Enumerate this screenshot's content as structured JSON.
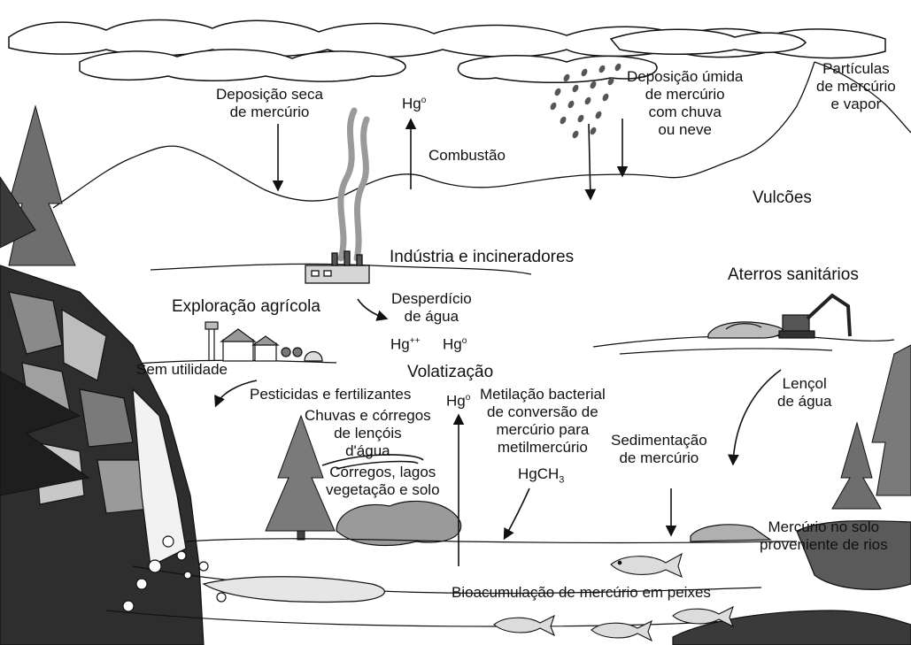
{
  "labels": {
    "dry_deposition_1": "Deposição seca",
    "dry_deposition_2": "de mercúrio",
    "hg0_top": "Hg",
    "hg0_top_sup": "o",
    "wet_deposition_1": "Deposição úmida",
    "wet_deposition_2": "de mercúrio",
    "wet_deposition_3": "com chuva",
    "wet_deposition_4": "ou neve",
    "particles_1": "Partículas",
    "particles_2": "de mercúrio",
    "particles_3": "e vapor",
    "combustion": "Combustão",
    "volcanoes": "Vulcões",
    "industry": "Indústria e incineradores",
    "landfills": "Aterros sanitários",
    "agriculture": "Exploração agrícola",
    "wastewater_1": "Desperdício",
    "wastewater_2": "de água",
    "hg_pp": "Hg",
    "hg_pp_sup": "++",
    "hg_o_mid": "Hg",
    "hg_o_mid_sup": "o",
    "useless": "Sem utilidade",
    "volatilization": "Volatização",
    "pesticides": "Pesticidas e fertilizantes",
    "hg_o_vol": "Hg",
    "hg_o_vol_sup": "o",
    "rains_1": "Chuvas e córregos",
    "rains_2": "de lençóis",
    "rains_3": "d'água",
    "streams_1": "Córregos, lagos",
    "streams_2": "vegetação e solo",
    "methylation_1": "Metilação bacterial",
    "methylation_2": "de conversão de",
    "methylation_3": "mercúrio para",
    "methylation_4": "metilmercúrio",
    "hgch3": "HgCH",
    "hgch3_sub": "3",
    "groundwater_1": "Lençol",
    "groundwater_2": "de água",
    "sedimentation_1": "Sedimentação",
    "sedimentation_2": "de mercúrio",
    "soil_mercury_1": "Mercúrio no solo",
    "soil_mercury_2": "proveniente de rios",
    "bioaccumulation": "Bioacumulação de mercúrio em peixes"
  },
  "colors": {
    "ink": "#111111",
    "tree": "#6e6e6e",
    "tree_dark": "#3a3a3a",
    "rock": "#8a8a8a",
    "rock_light": "#bdbdbd",
    "water": "#e6e6e6",
    "smoke": "#9a9a9a"
  }
}
